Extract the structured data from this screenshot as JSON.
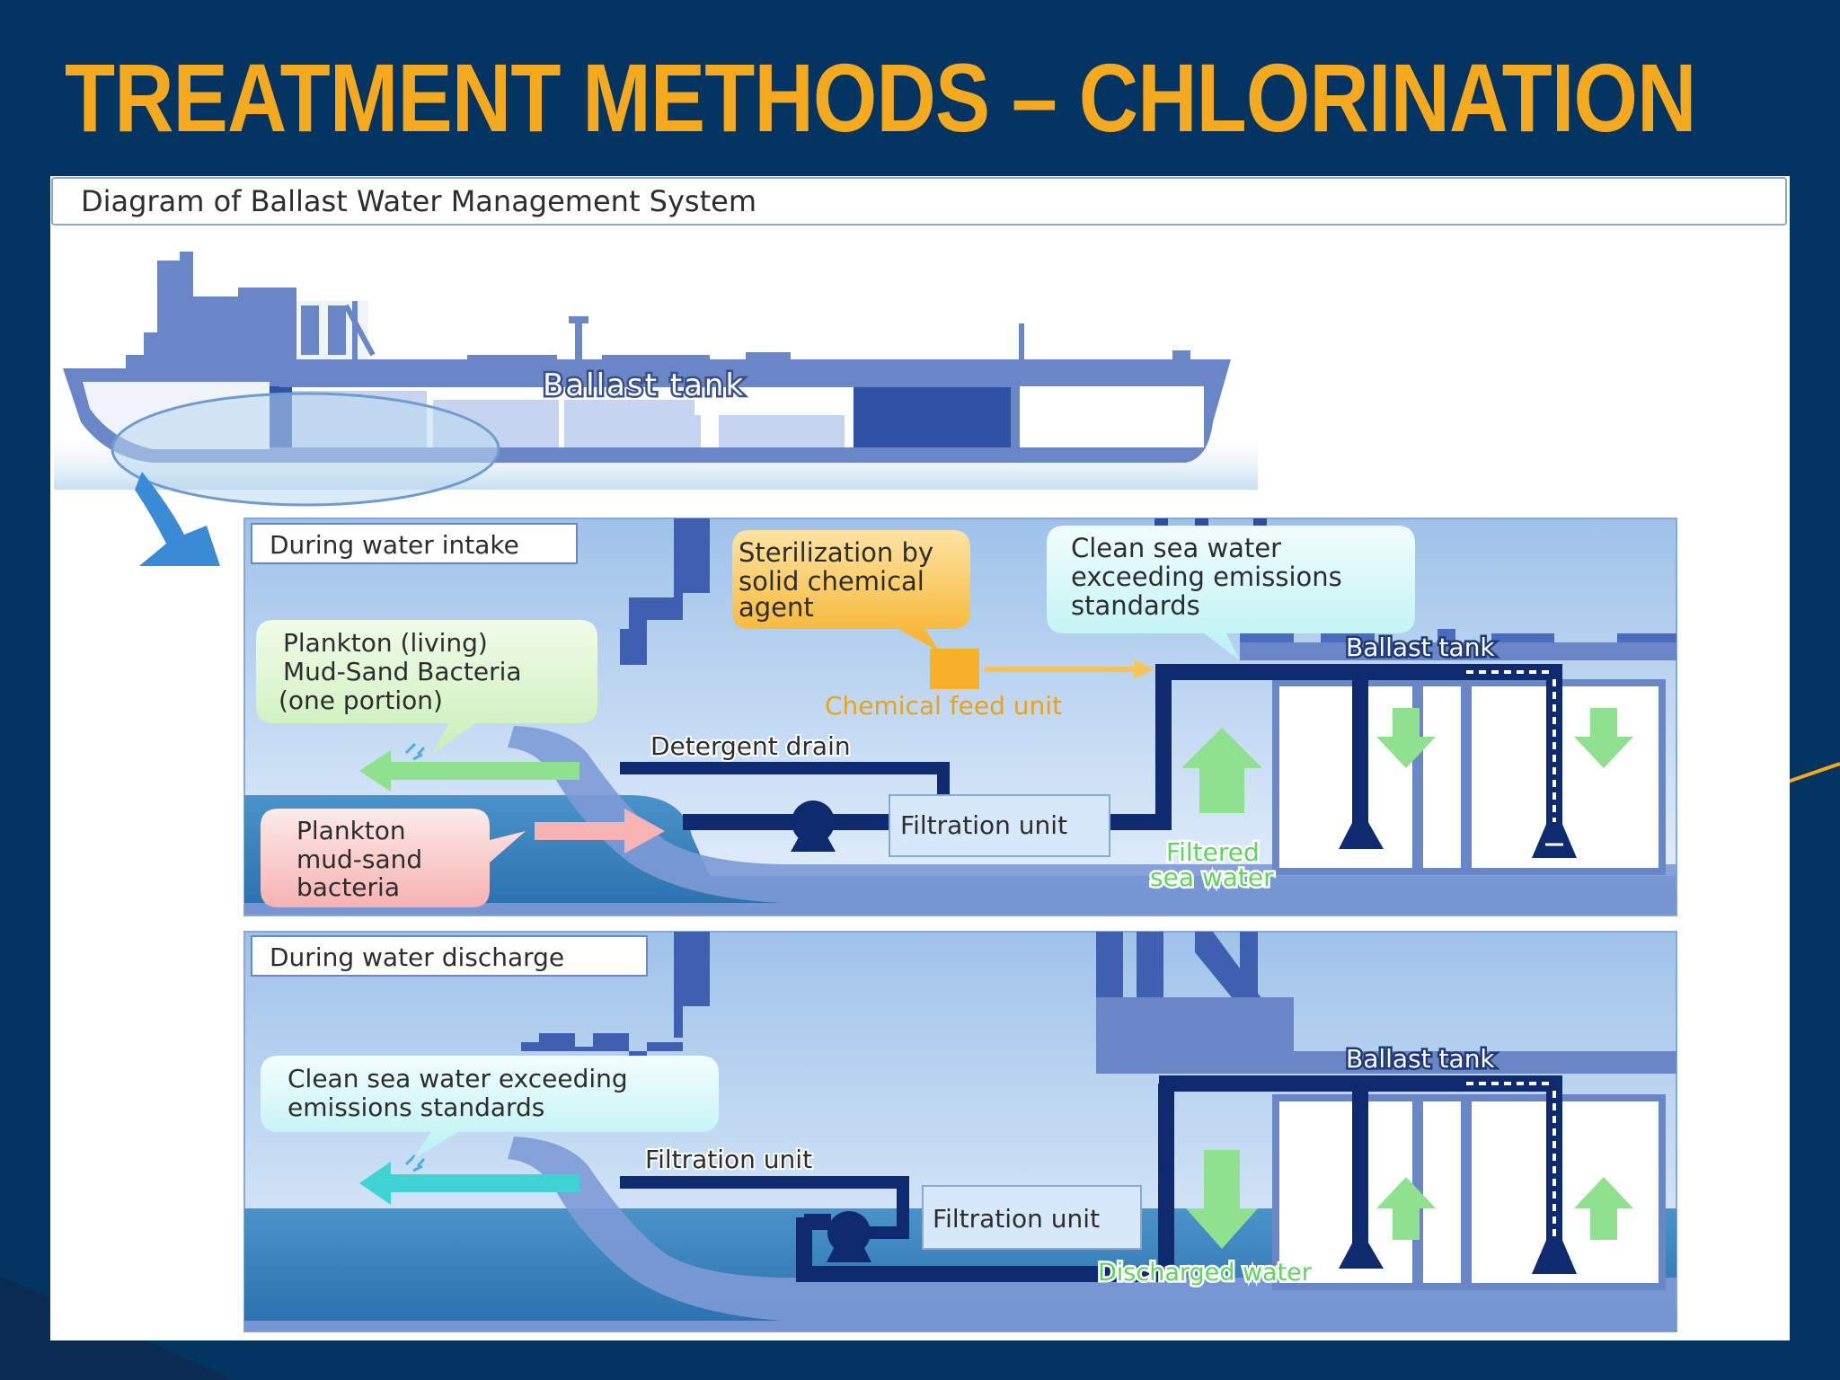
{
  "slide_title": "TREATMENT METHODS – CHLORINATION",
  "diagram_title": "Diagram of Ballast Water Management System",
  "ship": {
    "tank_label": "Ballast tank"
  },
  "intake": {
    "panel_label": "During water intake",
    "sterilization_callout": [
      "Sterilization by",
      "solid chemical",
      "agent"
    ],
    "clean_water_callout": [
      "Clean sea water",
      "exceeding emissions",
      "standards"
    ],
    "plankton_living_callout": [
      "Plankton (living)",
      "Mud-Sand Bacteria",
      "(one portion)"
    ],
    "plankton_callout": [
      "Plankton",
      "mud-sand",
      "bacteria"
    ],
    "chemical_feed_label": "Chemical feed unit",
    "detergent_drain_label": "Detergent drain",
    "filtration_unit_label": "Filtration unit",
    "ballast_tank_label": "Ballast tank",
    "filtered_water_label": [
      "Filtered",
      "sea water"
    ]
  },
  "discharge": {
    "panel_label": "During water discharge",
    "clean_water_callout": [
      "Clean sea water exceeding",
      "emissions standards"
    ],
    "filtration_pipe_label": "Filtration unit",
    "filtration_unit_label": "Filtration unit",
    "ballast_tank_label": "Ballast tank",
    "discharged_water_label": "Discharged water"
  },
  "colors": {
    "background": "#043461",
    "title": "#f4a91e",
    "pipe": "#0f2a6e",
    "structure": "#6b86c7",
    "sea": "#3c86bf",
    "arrow_green": "#8fe08f",
    "arrow_cyan": "#3fd3d3",
    "chemical_orange": "#f6b128"
  }
}
